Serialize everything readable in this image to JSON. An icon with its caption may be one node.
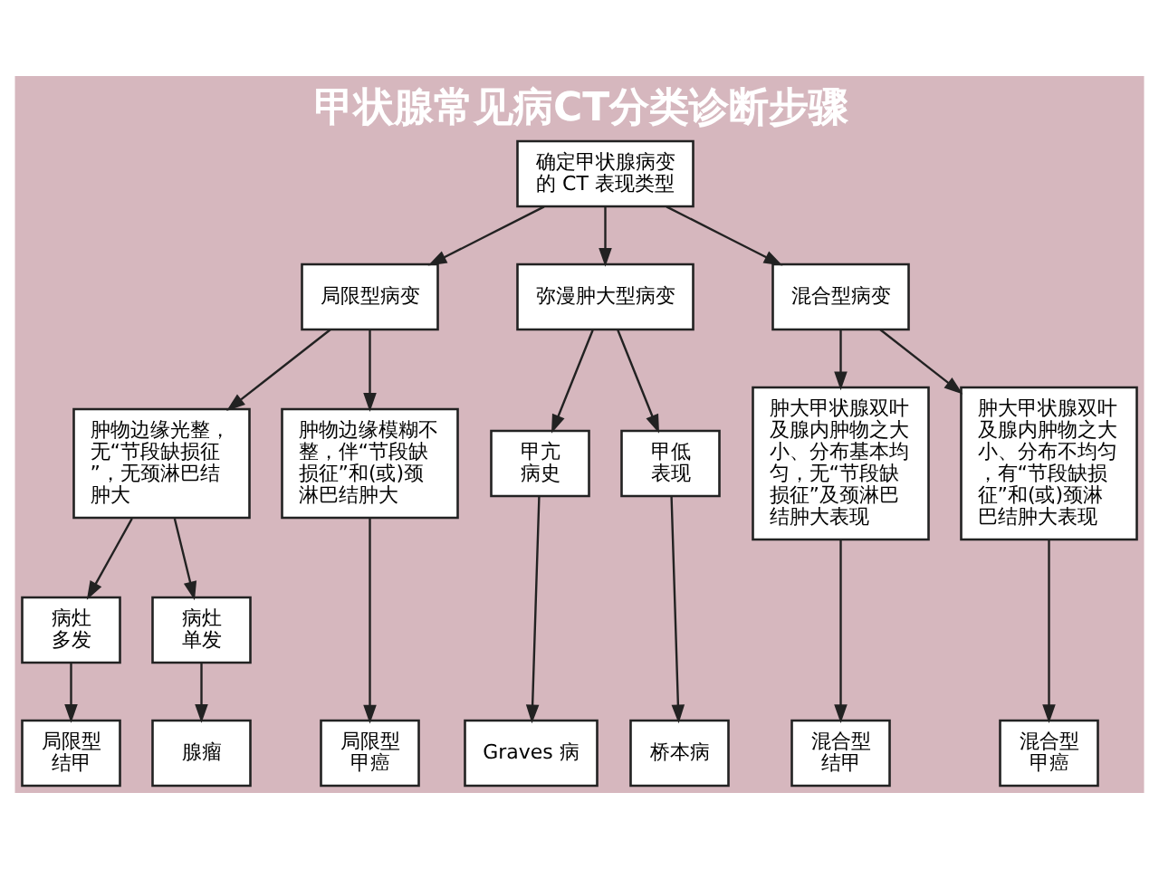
{
  "diagram": {
    "title": "甲状腺常见病CT分类诊断步骤",
    "nodes": [
      {
        "text": [
          "确定甲状腺病变的 CT 表现类型"
        ]
      },
      {
        "text": [
          "局限型病变"
        ]
      },
      {
        "text": [
          "弥漫肿大型病变"
        ]
      },
      {
        "text": [
          "混合型病变"
        ]
      },
      {
        "text": [
          "肿物边缘光整，无“节段缺损征”，无颈淋巴结肿大"
        ]
      },
      {
        "text": [
          "肿物边缘模糊不整，伴“节段缺损征”和(或)颈淋巴结肿大"
        ]
      },
      {
        "text": [
          "甲亢病史"
        ]
      },
      {
        "text": [
          "甲低表现"
        ]
      },
      {
        "text": [
          "肿大甲状腺双叶及腺内肿物之大小、分布基本均匀，无“节段缺损征”及颈淋巴结肿大表现"
        ]
      },
      {
        "text": [
          "肿大甲状腺双叶及腺内肿物之大小、分布不均匀，有“节段缺损征”和(或)颈淋巴结肿大表现"
        ]
      },
      {
        "text": [
          "病灶多发"
        ]
      },
      {
        "text": [
          "病灶单发"
        ]
      },
      {
        "text": [
          "局限型结甲"
        ]
      },
      {
        "text": [
          "腺瘤"
        ]
      },
      {
        "text": [
          "局限型甲癌"
        ]
      },
      {
        "text": [
          "Graves 病"
        ]
      },
      {
        "text": [
          "桥本病"
        ]
      },
      {
        "text": [
          "混合型结甲"
        ]
      },
      {
        "text": [
          "混合型甲癌"
        ]
      }
    ],
    "edges": [
      {
        "from": 0,
        "to": 1,
        "arrow": "to"
      },
      {
        "from": 0,
        "to": 2,
        "arrow": "to"
      },
      {
        "from": 0,
        "to": 3,
        "arrow": "to"
      },
      {
        "from": 1,
        "to": 4,
        "arrow": "to"
      },
      {
        "from": 1,
        "to": 5,
        "arrow": "to"
      },
      {
        "from": 2,
        "to": 6,
        "arrow": "to"
      },
      {
        "from": 2,
        "to": 7,
        "arrow": "to"
      },
      {
        "from": 3,
        "to": 8,
        "arrow": "to"
      },
      {
        "from": 3,
        "to": 9,
        "arrow": "to"
      },
      {
        "from": 4,
        "to": 10,
        "arrow": "to"
      },
      {
        "from": 4,
        "to": 11,
        "arrow": "to"
      },
      {
        "from": 10,
        "to": 12,
        "arrow": "to"
      },
      {
        "from": 11,
        "to": 13,
        "arrow": "to"
      },
      {
        "from": 5,
        "to": 14,
        "arrow": "to"
      },
      {
        "from": 6,
        "to": 15,
        "arrow": "to"
      },
      {
        "from": 7,
        "to": 16,
        "arrow": "to"
      },
      {
        "from": 8,
        "to": 17,
        "arrow": "to"
      },
      {
        "from": 9,
        "to": 18,
        "arrow": "to"
      }
    ]
  }
}
